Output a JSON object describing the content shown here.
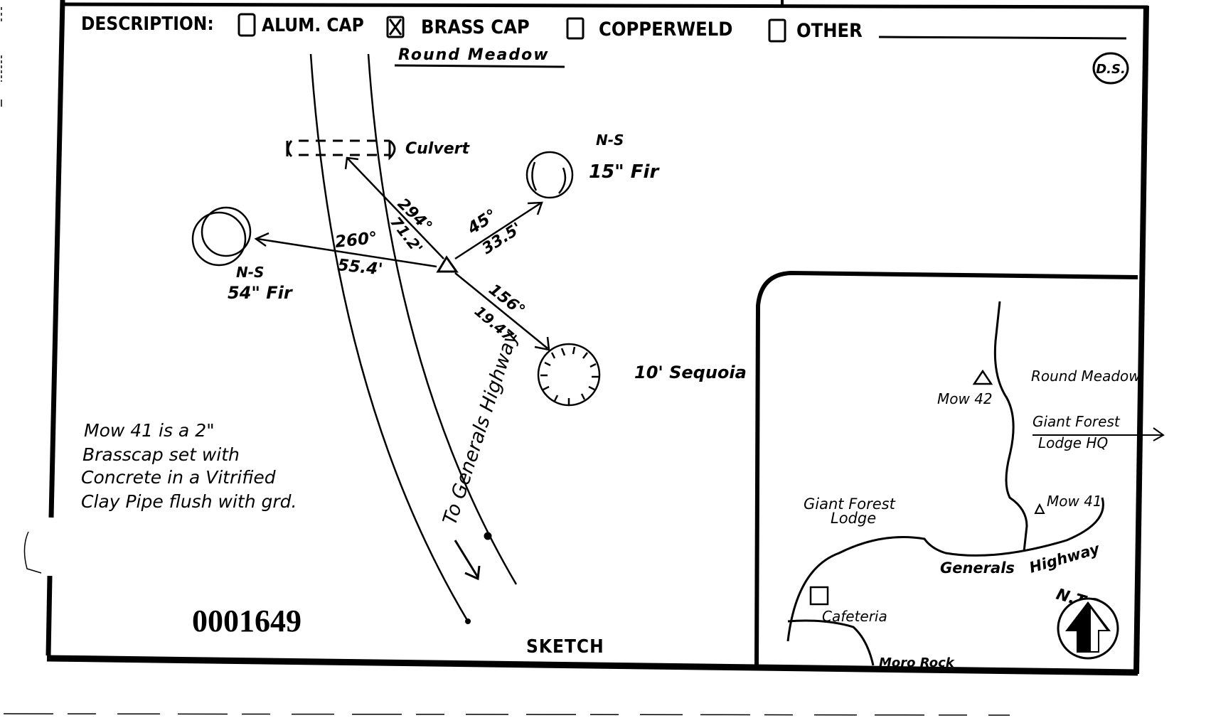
{
  "form": {
    "description_label": "DESCRIPTION:",
    "options": [
      {
        "label": "ALUM. CAP",
        "checked": false
      },
      {
        "label": "BRASS CAP",
        "checked": true
      },
      {
        "label": "COPPERWELD",
        "checked": false
      },
      {
        "label": "OTHER",
        "checked": false
      }
    ],
    "other_value": "",
    "section_label": "SKETCH",
    "document_number": "0001649",
    "initials": "D.S."
  },
  "sketch": {
    "title": "Round Meadow",
    "culvert_label": "Culvert",
    "highway_label": "To Generals Highway",
    "ties": [
      {
        "target": "culvert",
        "bearing": "294°",
        "distance": "71.2'"
      },
      {
        "target": "15in-fir",
        "bearing": "45°",
        "distance": "33.5'"
      },
      {
        "target": "54in-fir",
        "bearing": "260°",
        "distance": "55.4'"
      },
      {
        "target": "sequoia",
        "bearing": "156°",
        "distance": "19.47'"
      }
    ],
    "trees": {
      "fir_15": {
        "line1": "N-S",
        "line2": "15\" Fir"
      },
      "fir_54": {
        "line1": "N-S",
        "line2": "54\" Fir"
      },
      "sequoia": "10' Sequoia"
    },
    "notes": [
      "Mow 41 is a 2\"",
      "Brasscap set with",
      "Concrete in a Vitrified",
      "Clay Pipe flush with grd."
    ]
  },
  "vicinity_map": {
    "labels": {
      "station_42": "Mow 42",
      "station_41": "Mow 41",
      "round_meadow": "Round Meadow",
      "hq_line1": "Giant Forest",
      "hq_line2": "Lodge HQ",
      "lodge_line1": "Giant Forest",
      "lodge_line2": "Lodge",
      "highway_part1": "Generals",
      "highway_part2": "Highway",
      "cafeteria": "Cafeteria",
      "moro_rock": "Moro Rock",
      "scale_note": "N.T.S."
    }
  }
}
